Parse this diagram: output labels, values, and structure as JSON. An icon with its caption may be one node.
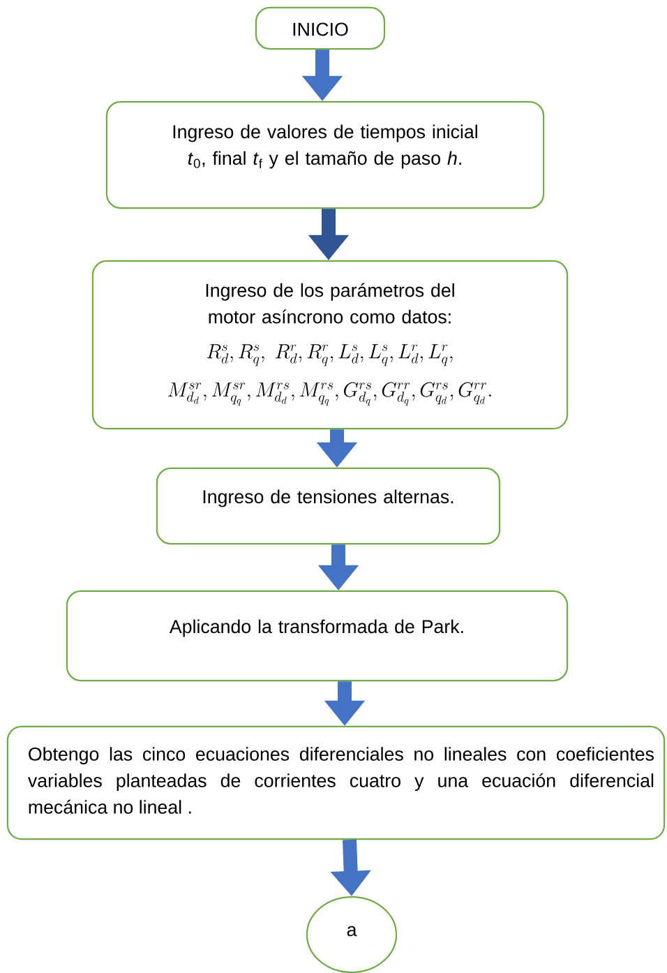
{
  "diagram": {
    "nodes": [
      {
        "text": [
          "INICIO"
        ]
      },
      {
        "text": [
          "Ingreso de valores de tiempos inicial *t*$_{0}$, final *t*$_{f}$ y el tamaño de paso *h*."
        ]
      },
      {
        "text": [
          "Ingreso de los parámetros del motor asíncrono como datos:",
          "\\begin{array}{c} R^{s}_{d}, R^{s}_{q},\\; R^{r}_{d}, R^{r}_{q}, L^{s}_{d}, L^{s}_{q}, L^{r}_{d}, L^{r}_{q}, \\\\ M^{sr}_{d_{d}}, M^{sr}_{q_{q}}, M^{rs}_{d_{d}}, M^{rs}_{q_{q}}, G^{rs}_{d_{q}}, G^{rr}_{d_{q}}, G^{rs}_{q_{d}}, G^{rr}_{q_{d}}. \\end{array}"
        ]
      },
      {
        "text": [
          "Ingreso de tensiones alternas."
        ]
      },
      {
        "text": [
          "Aplicando la transformada de Park."
        ]
      },
      {
        "text": [
          "Obtengo las cinco ecuaciones diferenciales no lineales con coeficientes variables planteadas de corrientes cuatro y una ecuación diferencial mecánica no lineal ."
        ]
      },
      {
        "text": [
          "a"
        ]
      }
    ],
    "edges": [
      {
        "from": 0,
        "to": 1,
        "arrow": "to"
      },
      {
        "from": 1,
        "to": 2,
        "arrow": "to",
        "color": "#2f5597"
      },
      {
        "from": 2,
        "to": 3,
        "arrow": "to"
      },
      {
        "from": 3,
        "to": 4,
        "arrow": "to"
      },
      {
        "from": 4,
        "to": 5,
        "arrow": "to"
      },
      {
        "from": 5,
        "to": 6,
        "arrow": "to"
      }
    ]
  }
}
